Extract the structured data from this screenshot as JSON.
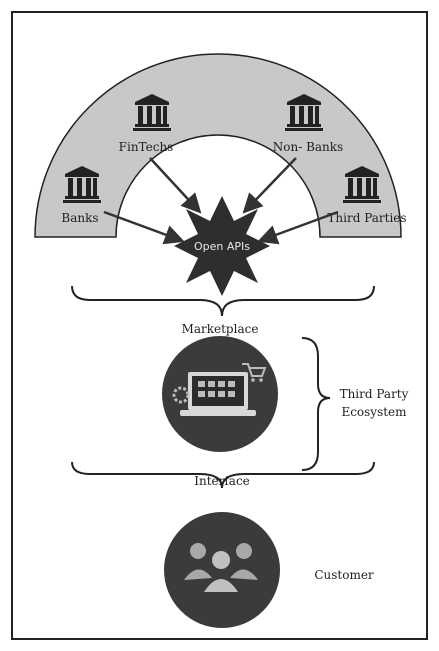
{
  "arc": {
    "nodes": [
      {
        "label": "FinTechs",
        "icon": "bank-icon"
      },
      {
        "label": "Non- Banks",
        "icon": "bank-icon"
      },
      {
        "label": "Banks",
        "icon": "bank-icon"
      },
      {
        "label": "Third Parties",
        "icon": "bank-icon"
      }
    ]
  },
  "hub": {
    "label": "Open APIs"
  },
  "marketplace": {
    "label": "Marketplace"
  },
  "platform": {
    "icon": "laptop-app-icon"
  },
  "ecosystem": {
    "line1": "Third Party",
    "line2": "Ecosystem"
  },
  "interface": {
    "label": "Interface"
  },
  "customer": {
    "label": "Customer",
    "icon": "people-icon"
  },
  "colors": {
    "arc_fill": "#c8c8c8",
    "dark_fill": "#3b3b3b",
    "star_fill": "#2e2e2e",
    "line": "#333333"
  }
}
